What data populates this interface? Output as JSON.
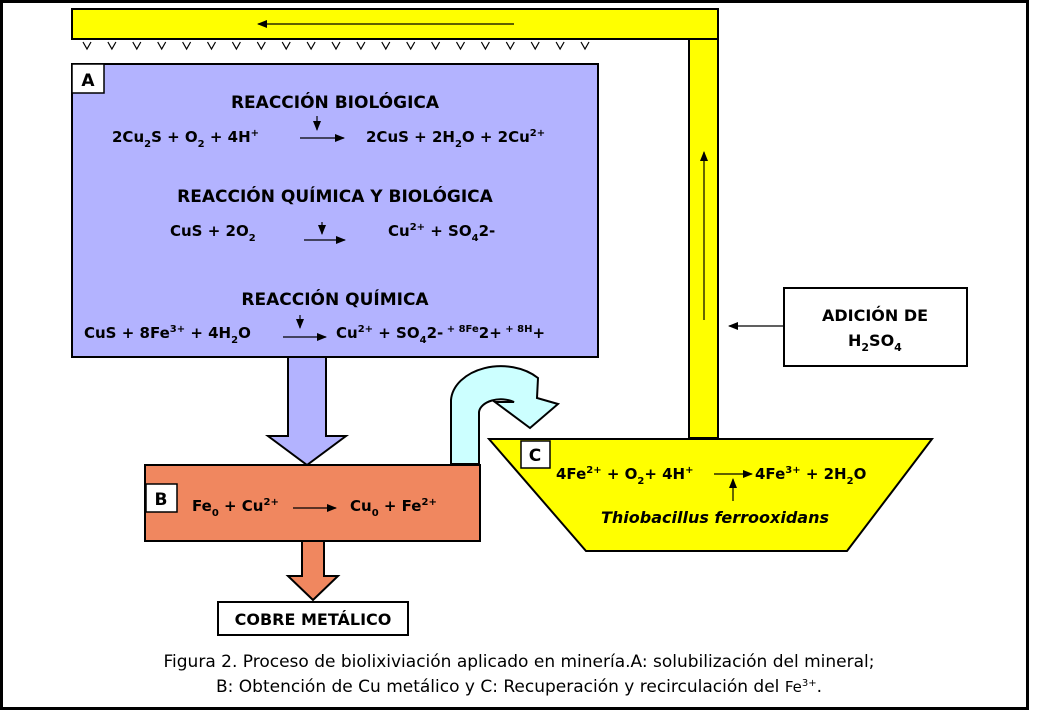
{
  "colors": {
    "reactor": "#B3B3FF",
    "cell": "#F0875F",
    "basin": "#FFFF00",
    "pipe": "#FFFF00",
    "elbow": "#CCFFFF",
    "border": "#000000"
  },
  "labels": {
    "a": "A",
    "b": "B",
    "c": "C"
  },
  "section_a": {
    "bio": {
      "title": "REACCIÓN BIOLÓGICA",
      "lhs": [
        "2Cu",
        "2",
        "S + O",
        "2",
        " + 4H",
        "+"
      ],
      "rhs": [
        "2CuS + 2H",
        "2",
        "O + 2Cu",
        "2+"
      ]
    },
    "chem_bio": {
      "title": "REACCIÓN QUÍMICA Y BIOLÓGICA",
      "lhs": [
        "CuS + 2O",
        "2"
      ],
      "rhs": [
        "Cu",
        "2+",
        " + SO",
        "4",
        "2-"
      ]
    },
    "chem": {
      "title": "REACCIÓN QUÍMICA",
      "lhs": [
        "CuS + 8Fe",
        "3+",
        " + 4H",
        "2",
        "O"
      ],
      "rhs": [
        "Cu",
        "2+",
        "  + SO",
        "4",
        "2-",
        " + 8Fe",
        "2+",
        " + 8H",
        "+"
      ]
    }
  },
  "section_b": {
    "lhs": [
      "Fe",
      "0",
      " + Cu",
      "2+"
    ],
    "rhs": [
      "Cu",
      "0",
      " + Fe",
      "2+"
    ]
  },
  "section_c": {
    "lhs": [
      "4Fe",
      "2+",
      "  + O",
      "2",
      "+ 4H",
      "+"
    ],
    "rhs": [
      "4Fe",
      "3+",
      " + 2H",
      "2",
      "O"
    ],
    "organism": "Thiobacillus ferrooxidans"
  },
  "acid": {
    "line1": "ADICIÓN DE",
    "line2": [
      "H",
      "2",
      "SO",
      "4"
    ]
  },
  "product": "COBRE METÁLICO",
  "caption": {
    "line1": "Figura 2. Proceso de biolixiviación aplicado en minería.A: solubilización del mineral;",
    "line2": "B: Obtención de Cu metálico y C: Recuperación y recirculación del ",
    "ion": [
      "Fe",
      "3+"
    ],
    "end": "."
  }
}
